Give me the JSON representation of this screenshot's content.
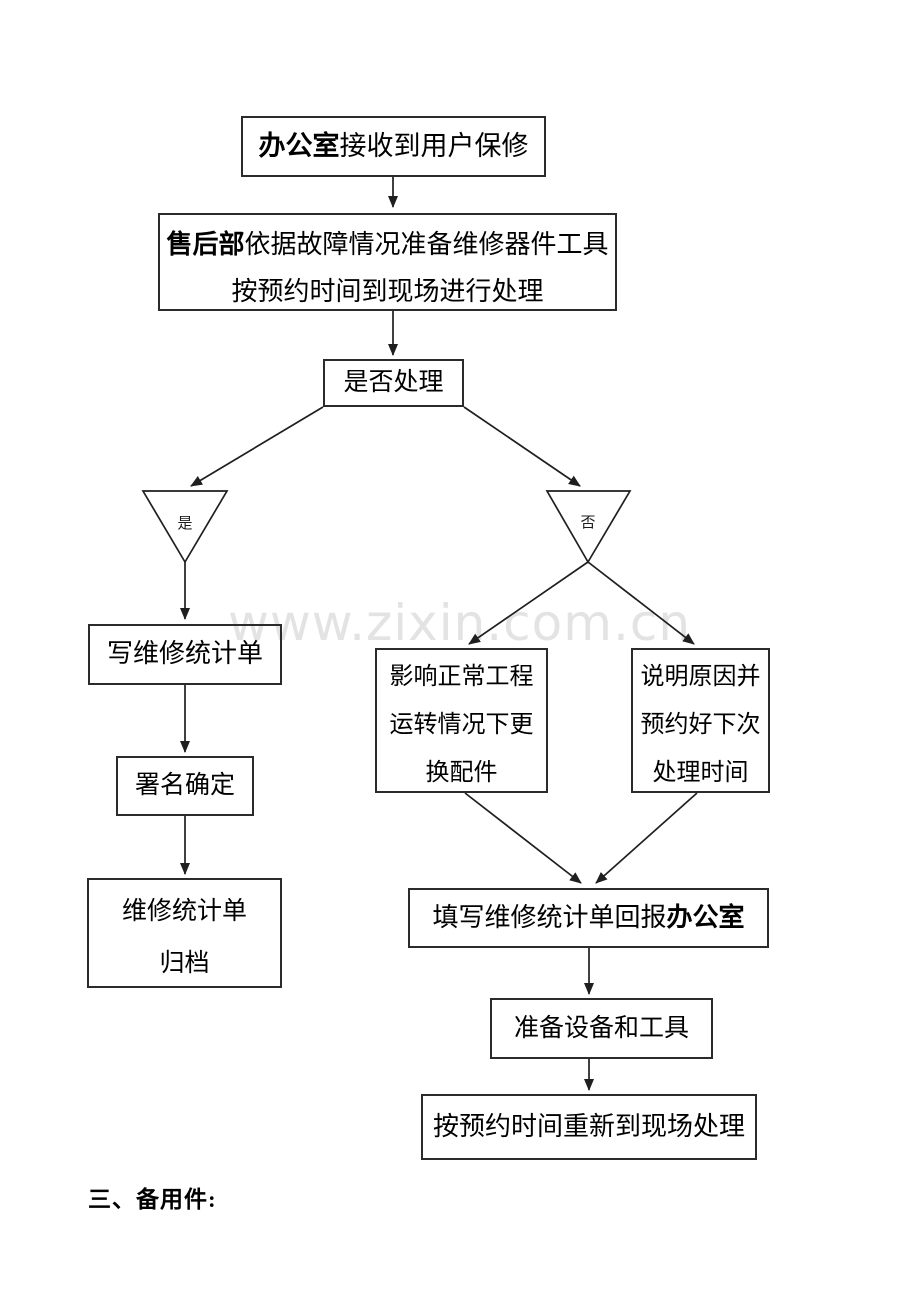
{
  "watermark": "www.zixin.com.cn",
  "heading": "三、备用件:",
  "colors": {
    "line": "#1f1f1f",
    "text": "#000000",
    "watermark": "#e3e3e3",
    "page": "#ffffff"
  },
  "flowchart": {
    "receive": {
      "bold": "办公室",
      "rest": "接收到用户保修"
    },
    "prepare": {
      "bold": "售后部",
      "rest": "依据故障情况准备维修器件工具",
      "line2": "按预约时间到现场进行处理"
    },
    "decision": {
      "label": "是否处理"
    },
    "branch_yes": {
      "label": "是"
    },
    "branch_no": {
      "label": "否"
    },
    "write_sheet": {
      "label": "写维修统计单"
    },
    "sign_confirm": {
      "label": "署名确定"
    },
    "archive": {
      "line1": "维修统计单",
      "line2": "归档"
    },
    "replace_parts": {
      "lines": [
        "影响正常工程",
        "运转情况下更",
        "换配件"
      ]
    },
    "explain_reschedule": {
      "lines": [
        "说明原因并",
        "预约好下次",
        "处理时间"
      ]
    },
    "report": {
      "rest": "填写维修统计单回报",
      "bold": "办公室"
    },
    "prepare_tools": {
      "label": "准备设备和工具"
    },
    "revisit": {
      "label": "按预约时间重新到现场处理"
    }
  }
}
